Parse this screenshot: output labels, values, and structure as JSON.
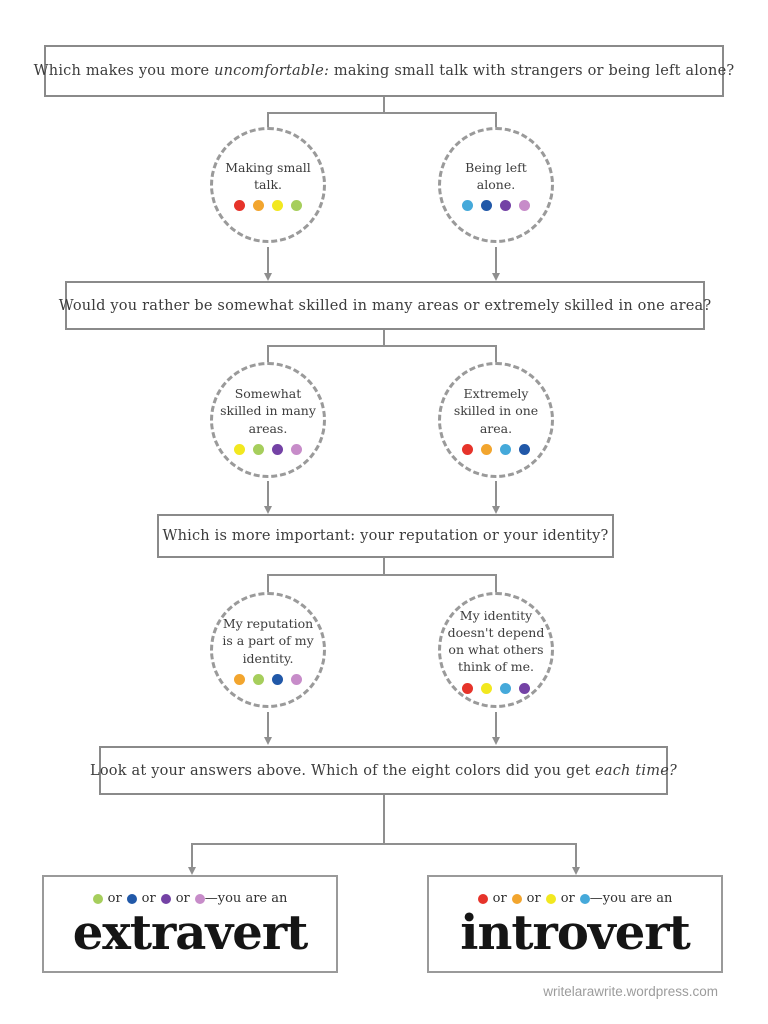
{
  "page": {
    "footer": "writelarawrite.wordpress.com"
  },
  "colors": {
    "red": "#e6332a",
    "orange": "#f2a52e",
    "yellow": "#f2e81f",
    "green": "#a6ce5c",
    "blue": "#45a9da",
    "darkblue": "#2158a8",
    "purple": "#7442a5",
    "orchid": "#c78cc9",
    "line_gray": "#8f8f8f",
    "box_border_gray": "#8a8a8a",
    "circle_dash_gray": "#9a9a9a"
  },
  "questions": [
    {
      "pre": "Which makes you more ",
      "italic": "uncomfortable:",
      "post": " making small talk with strangers or being left alone?"
    },
    {
      "pre": "Would you rather be somewhat skilled in many areas or extremely skilled in one area?",
      "italic": "",
      "post": ""
    },
    {
      "pre": "Which is more important: your reputation or your identity?",
      "italic": "",
      "post": ""
    },
    {
      "pre": "Look at your answers above. Which of the eight colors did you get ",
      "italic": "each time?",
      "post": ""
    }
  ],
  "circles": [
    {
      "text": "Making small talk.",
      "dots": [
        "red",
        "orange",
        "yellow",
        "green"
      ]
    },
    {
      "text": "Being left alone.",
      "dots": [
        "blue",
        "darkblue",
        "purple",
        "orchid"
      ]
    },
    {
      "text": "Somewhat skilled in many areas.",
      "dots": [
        "yellow",
        "green",
        "purple",
        "orchid"
      ]
    },
    {
      "text": "Extremely skilled in one area.",
      "dots": [
        "red",
        "orange",
        "blue",
        "darkblue"
      ]
    },
    {
      "text": "My reputation is a part of my identity.",
      "dots": [
        "orange",
        "green",
        "darkblue",
        "orchid"
      ]
    },
    {
      "text": "My identity doesn't depend on what others think of me.",
      "dots": [
        "red",
        "yellow",
        "blue",
        "purple"
      ]
    }
  ],
  "results": [
    {
      "word": "extravert",
      "dots": [
        "green",
        "darkblue",
        "purple",
        "orchid"
      ],
      "or_label": "or",
      "suffix": "—you are an"
    },
    {
      "word": "introvert",
      "dots": [
        "red",
        "orange",
        "yellow",
        "blue"
      ],
      "or_label": "or",
      "suffix": "—you are an"
    }
  ]
}
